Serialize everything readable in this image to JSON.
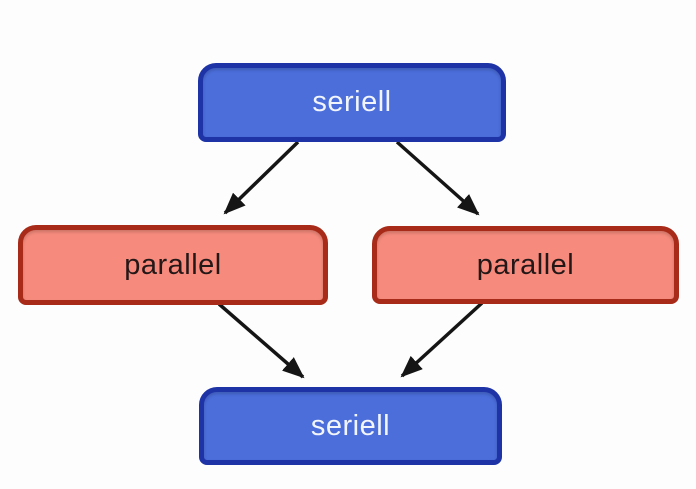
{
  "diagram": {
    "type": "flow",
    "description": "Serial-parallel-serial execution flow diagram",
    "nodes": [
      {
        "id": "seriell-top",
        "label": "seriell",
        "kind": "serial"
      },
      {
        "id": "parallel-left",
        "label": "parallel",
        "kind": "parallel"
      },
      {
        "id": "parallel-right",
        "label": "parallel",
        "kind": "parallel"
      },
      {
        "id": "seriell-bottom",
        "label": "seriell",
        "kind": "serial"
      }
    ],
    "edges": [
      {
        "from": "seriell-top",
        "to": "parallel-left"
      },
      {
        "from": "seriell-top",
        "to": "parallel-right"
      },
      {
        "from": "parallel-left",
        "to": "seriell-bottom"
      },
      {
        "from": "parallel-right",
        "to": "seriell-bottom"
      }
    ]
  },
  "colors": {
    "background": "#fdfdfd",
    "serial_fill": "#4b6edb",
    "serial_border": "#1e33a6",
    "serial_text": "#f2f6fc",
    "parallel_fill": "#f68b7d",
    "parallel_border": "#a82a18",
    "parallel_text": "#241717",
    "arrow": "#151515"
  }
}
